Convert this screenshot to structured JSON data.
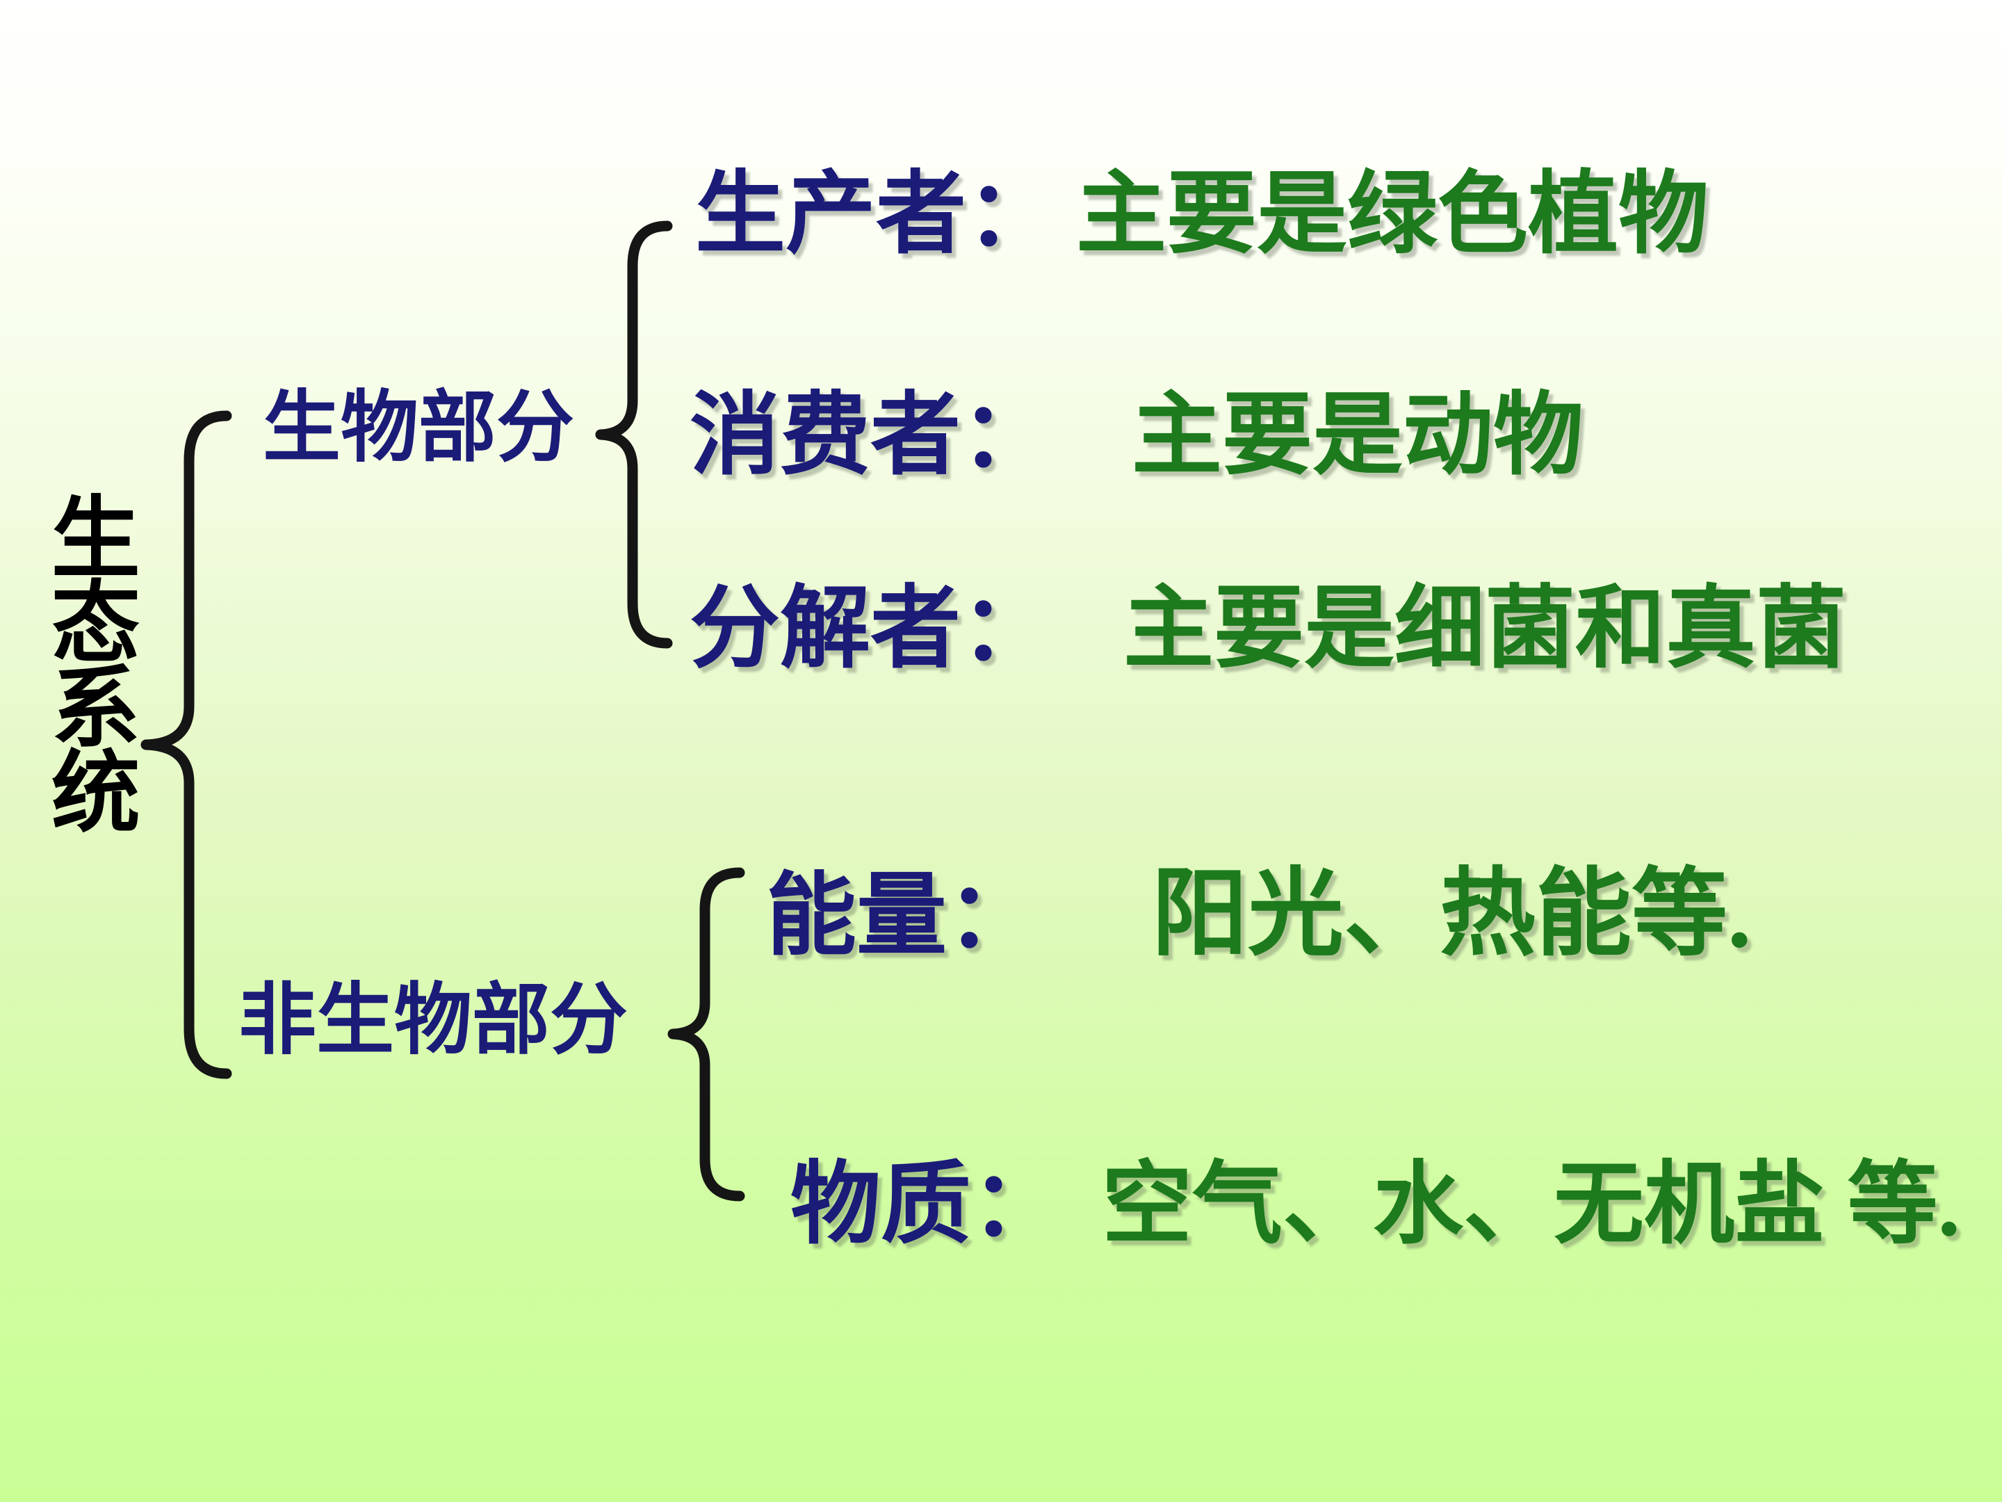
{
  "slide": {
    "background_top_color": "#ffffff",
    "background_bottom_color": "#c9fe95",
    "label_color_navy": "#1b1b78",
    "desc_color_green": "#1d7a1d",
    "root_color_black": "#000000",
    "brace_color": "#151515"
  },
  "root": {
    "label": "生态系统"
  },
  "branches": [
    {
      "label": "生物部分",
      "children": [
        {
          "term": "生产者：",
          "desc": "主要是绿色植物"
        },
        {
          "term": "消费者：",
          "desc": "主要是动物"
        },
        {
          "term": "分解者：",
          "desc": "主要是细菌和真菌"
        }
      ]
    },
    {
      "label": "非生物部分",
      "children": [
        {
          "term": "能量：",
          "desc": "阳光、热能等."
        },
        {
          "term": "物质：",
          "desc": "空气、水、无机盐 等."
        }
      ]
    }
  ]
}
